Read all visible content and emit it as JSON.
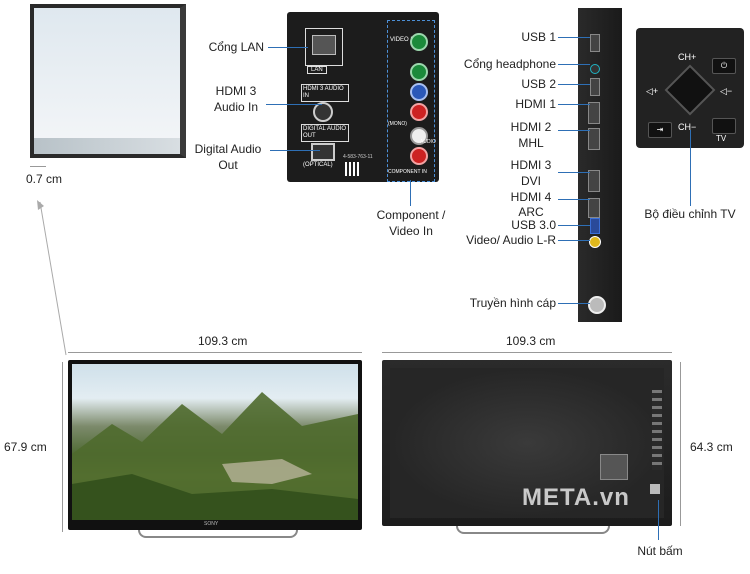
{
  "labels": {
    "lan": "Cổng LAN",
    "hdmi3_audio_in_l1": "HDMI 3",
    "hdmi3_audio_in_l2": "Audio In",
    "digital_audio_l1": "Digital Audio",
    "digital_audio_l2": "Out",
    "component_l1": "Component /",
    "component_l2": "Video In",
    "usb1": "USB 1",
    "headphone": "Cổng headphone",
    "usb2": "USB 2",
    "hdmi1": "HDMI 1",
    "hdmi2_l1": "HDMI 2",
    "hdmi2_l2": "MHL",
    "hdmi3_l1": "HDMI 3",
    "hdmi3_l2": "DVI",
    "hdmi4_l1": "HDMI 4",
    "hdmi4_l2": "ARC",
    "usb3": "USB 3.0",
    "video_audio": "Video/ Audio L-R",
    "cable_tv": "Truyền hình cáp",
    "tv_controller": "Bộ điều chỉnh TV",
    "buttons": "Nút bấm"
  },
  "panel_text": {
    "video_in": "VIDEO IN",
    "lan_badge": "LAN",
    "hdmi3_audio": "HDMI 3 AUDIO IN",
    "digital_audio_out": "DIGITAL AUDIO OUT",
    "optical": "(OPTICAL)",
    "audio": "AUDIO",
    "component_in": "COMPONENT IN",
    "mono": "(MONO)",
    "model": "4-583-763-11",
    "ch_plus": "CH+",
    "ch_minus": "CH−",
    "tv": "TV"
  },
  "dimensions": {
    "thickness": "0.7 cm",
    "front_width": "109.3 cm",
    "front_height": "67.9 cm",
    "back_width": "109.3 cm",
    "back_height": "64.3 cm"
  },
  "watermark": "META.vn",
  "brand": "SONY",
  "colors": {
    "callout_line": "#2e6fb5",
    "panel_bg": "#1c1c1c"
  }
}
